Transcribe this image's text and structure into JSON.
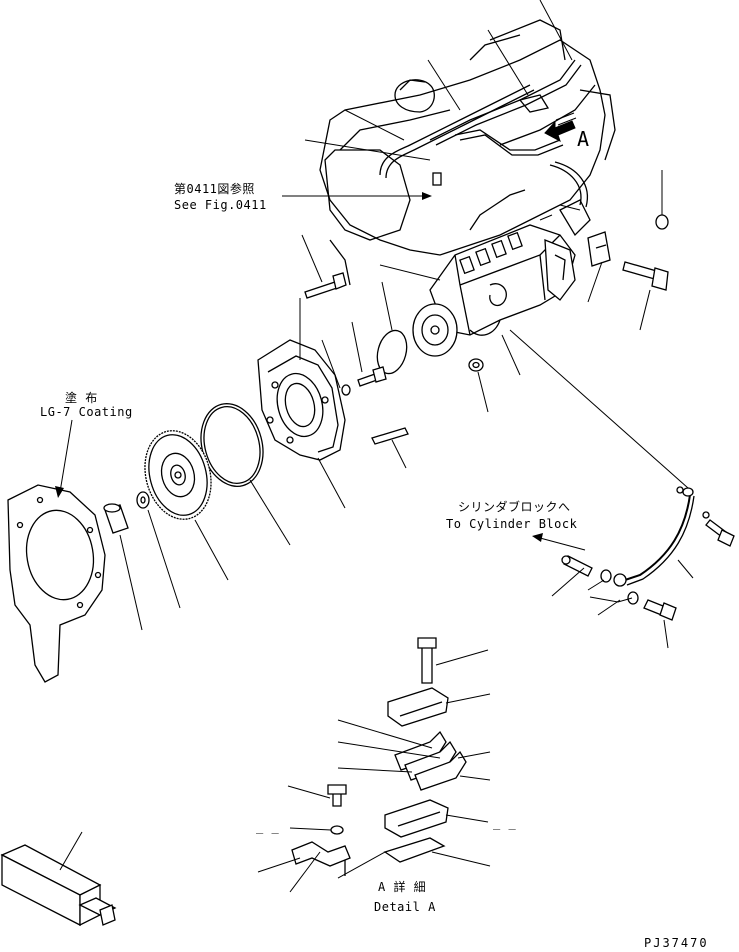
{
  "labels": {
    "fig_ref_jp": "第0411図参照",
    "fig_ref_en": "See Fig.0411",
    "coating_jp": "塗 布",
    "coating_en": "LG-7 Coating",
    "cylinder_jp": "シリンダブロックへ",
    "cylinder_en": "To Cylinder Block",
    "view_a": "A",
    "detail_jp": "A 詳 細",
    "detail_en": "Detail A",
    "drawing_no": "PJ37470",
    "dash_left": "_ _",
    "dash_right": "_ _"
  }
}
